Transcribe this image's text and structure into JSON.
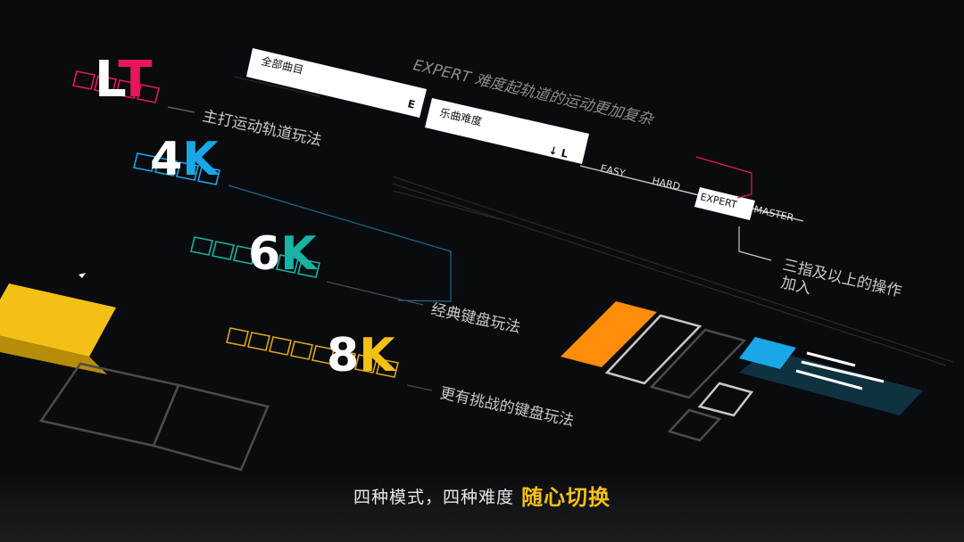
{
  "modes": [
    {
      "label_a": "L",
      "label_b": "T",
      "color_a": "#ffffff",
      "color_b": "#e6175c",
      "desc": "主打运动轨道玩法",
      "keys": 4
    },
    {
      "label_a": "4",
      "label_b": "K",
      "color_a": "#ffffff",
      "color_b": "#1aa7e8",
      "desc": "",
      "keys": 4
    },
    {
      "label_a": "6",
      "label_b": "K",
      "color_a": "#ffffff",
      "color_b": "#17b3a3",
      "desc": "经典键盘玩法",
      "keys": 6
    },
    {
      "label_a": "8",
      "label_b": "K",
      "color_a": "#ffffff",
      "color_b": "#f5c016",
      "desc": "更有挑战的键盘玩法",
      "keys": 8
    }
  ],
  "filter_bar": {
    "all_songs": "全部曲目",
    "all_songs_key": "E",
    "difficulty": "乐曲难度",
    "difficulty_key": "↓ L"
  },
  "difficulties": [
    "EASY",
    "HARD",
    "EXPERT",
    "MASTER"
  ],
  "selected_difficulty": "EXPERT",
  "expert_note": "EXPERT 难度起轨道的运动更加复杂",
  "master_note_line1": "三指及以上的操作",
  "master_note_line2": "加入",
  "caption": {
    "main": "四种模式，四种难度",
    "highlight": "随心切换"
  },
  "colors": {
    "lt": "#e6175c",
    "k4": "#1aa7e8",
    "k6": "#17b3a3",
    "k8": "#f5c016",
    "orange": "#ff8c0a",
    "yellow_block": "#f5c016",
    "blue_block": "#1aa7e8"
  }
}
